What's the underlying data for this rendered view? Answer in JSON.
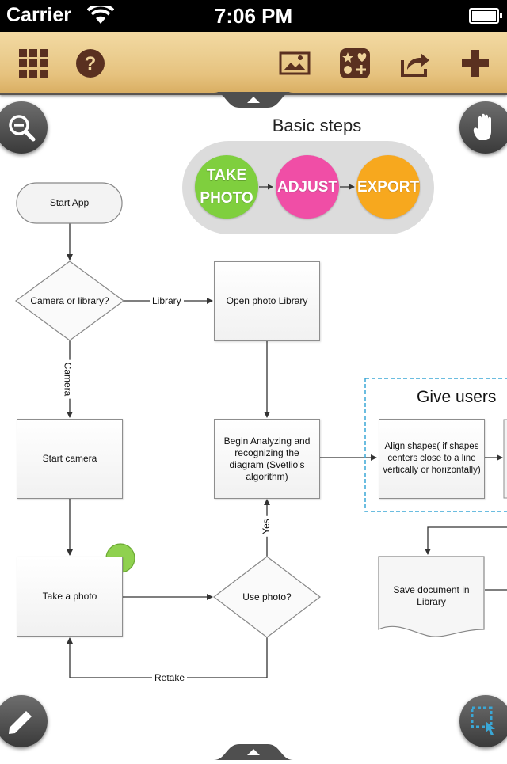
{
  "status_bar": {
    "carrier": "Carrier",
    "time": "7:06 PM"
  },
  "toolbar": {
    "icons": [
      "grid-icon",
      "help-icon",
      "image-icon",
      "shapes-icon",
      "share-icon",
      "add-icon"
    ]
  },
  "steps": {
    "title": "Basic steps",
    "items": [
      {
        "label": "TAKE PHOTO",
        "color": "#7fcf3e"
      },
      {
        "label": "ADJUST",
        "color": "#f04ea6"
      },
      {
        "label": "EXPORT",
        "color": "#f7a81e"
      }
    ]
  },
  "flowchart": {
    "nodes": {
      "start_app": "Start App",
      "camera_or_library": "Camera or library?",
      "open_photo_library": "Open photo Library",
      "start_camera": "Start camera",
      "begin_analyzing": "Begin Analyzing and recognizing the diagram (Svetlio's algorithm)",
      "align_shapes": "Align shapes( if shapes centers close to a line vertically or horizontally)",
      "take_photo": "Take a photo",
      "use_photo": "Use photo?",
      "save_document": "Save document in Library"
    },
    "edges": {
      "library": "Library",
      "camera": "Camera",
      "yes": "Yes",
      "retake": "Retake"
    },
    "group_title": "Give users"
  },
  "colors": {
    "accent_dashed": "#3aa7d6",
    "green_dot": "#8fd14f"
  }
}
